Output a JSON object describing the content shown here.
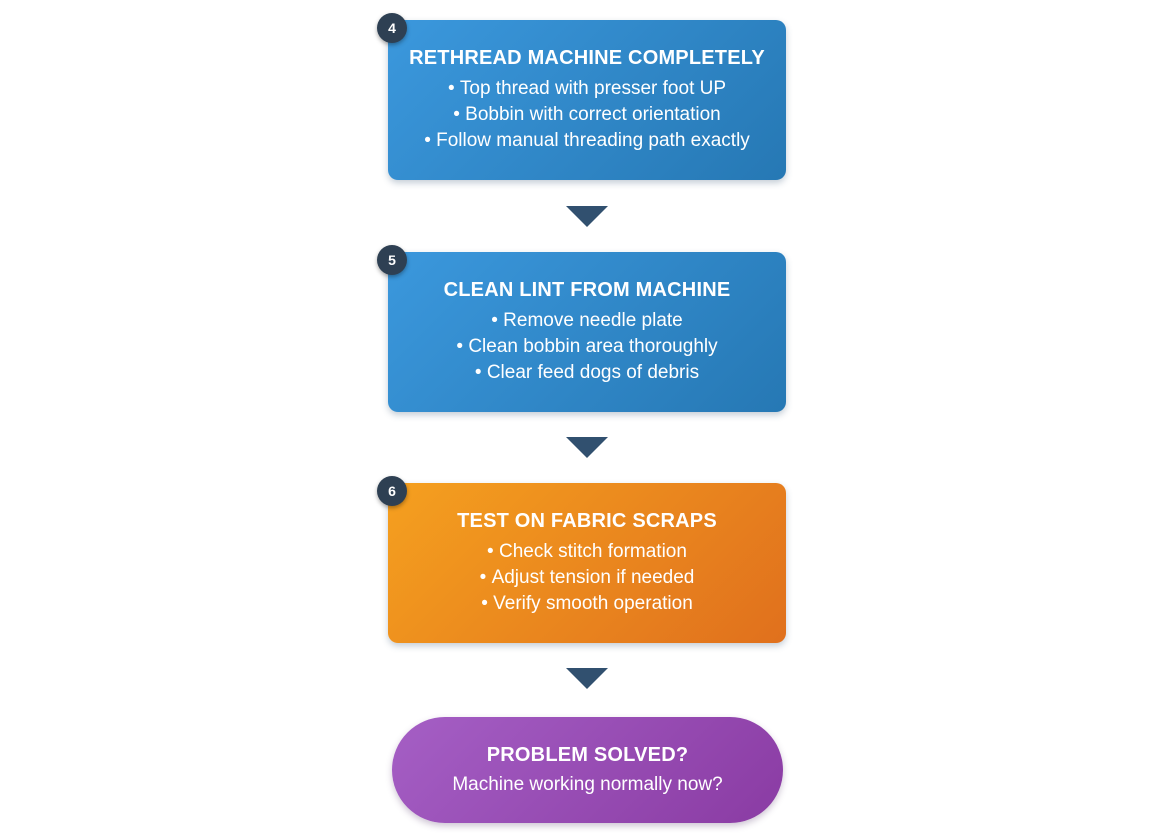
{
  "flowchart": {
    "steps": [
      {
        "number": "4",
        "title": "RETHREAD MACHINE COMPLETELY",
        "bullets": [
          "Top thread with presser foot UP",
          "Bobbin with correct orientation",
          "Follow manual threading path exactly"
        ],
        "color_start": "#3b98dd",
        "color_end": "#2678b4"
      },
      {
        "number": "5",
        "title": "CLEAN LINT FROM MACHINE",
        "bullets": [
          "Remove needle plate",
          "Clean bobbin area thoroughly",
          "Clear feed dogs of debris"
        ],
        "color_start": "#3b98dd",
        "color_end": "#2678b4"
      },
      {
        "number": "6",
        "title": "TEST ON FABRIC SCRAPS",
        "bullets": [
          "Check stitch formation",
          "Adjust tension if needed",
          "Verify smooth operation"
        ],
        "color_start": "#f5a01f",
        "color_end": "#e0701d"
      }
    ],
    "end_node": {
      "title": "PROBLEM SOLVED?",
      "subtitle": "Machine working normally now?",
      "color_start": "#a55fc5",
      "color_end": "#8a3ba3"
    },
    "colors": {
      "badge_navy": "#2e4053",
      "arrow_navy": "#31506f",
      "text": "#ffffff",
      "background": "#ffffff"
    }
  }
}
